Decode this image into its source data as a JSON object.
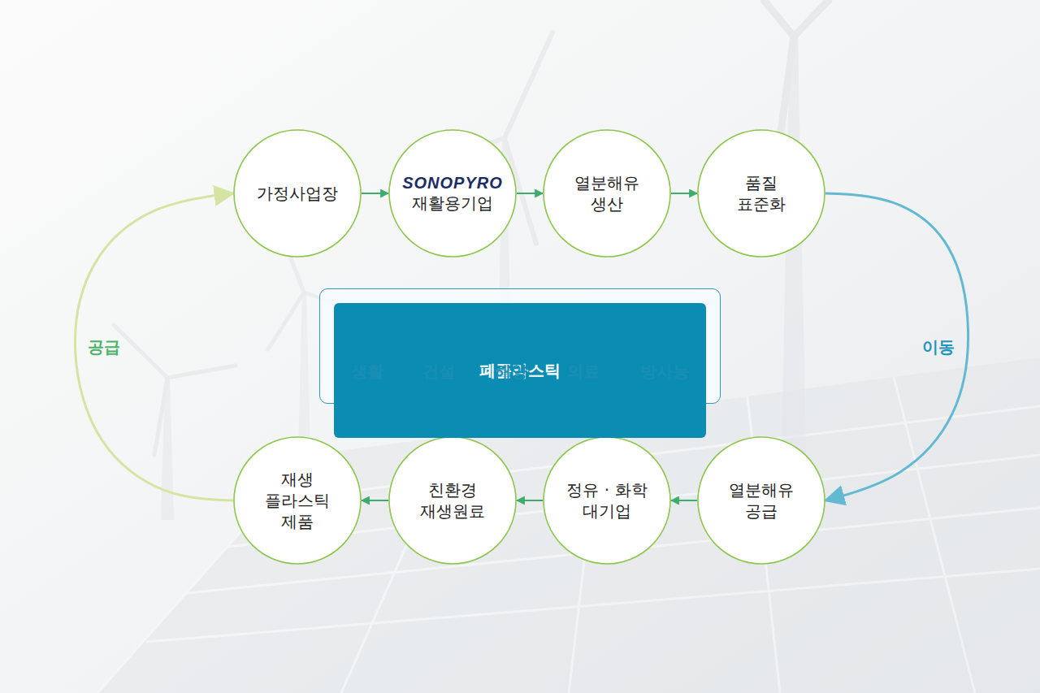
{
  "diagram": {
    "nodes": [
      {
        "text": [
          "가정사업장"
        ]
      },
      {
        "text": [
          "SONOPYRO",
          "재활용기업"
        ]
      },
      {
        "text": [
          "열분해유 생산"
        ]
      },
      {
        "text": [
          "품질 표준화"
        ]
      },
      {
        "text": [
          "폐플라스틱"
        ]
      },
      {
        "text": [
          "생활"
        ],
        "in": 4
      },
      {
        "text": [
          "건설"
        ],
        "in": 4
      },
      {
        "text": [
          "해양"
        ],
        "in": 4
      },
      {
        "text": [
          "의료"
        ],
        "in": 4
      },
      {
        "text": [
          "방사능"
        ],
        "in": 4
      },
      {
        "text": [
          "재생 플라스틱 제품"
        ]
      },
      {
        "text": [
          "친환경 재생원료"
        ]
      },
      {
        "text": [
          "정유 · 화학 대기업"
        ]
      },
      {
        "text": [
          "열분해유 공급"
        ]
      }
    ],
    "edges": [
      {
        "from": 0,
        "to": 1,
        "arrow": "to"
      },
      {
        "from": 1,
        "to": 2,
        "arrow": "to"
      },
      {
        "from": 2,
        "to": 3,
        "arrow": "to"
      },
      {
        "from": 3,
        "to": 13,
        "arrow": "to",
        "label": "이동"
      },
      {
        "from": 13,
        "to": 12,
        "arrow": "to"
      },
      {
        "from": 12,
        "to": 11,
        "arrow": "to"
      },
      {
        "from": 11,
        "to": 10,
        "arrow": "to"
      },
      {
        "from": 10,
        "to": 0,
        "arrow": "to",
        "label": "공급"
      }
    ]
  }
}
